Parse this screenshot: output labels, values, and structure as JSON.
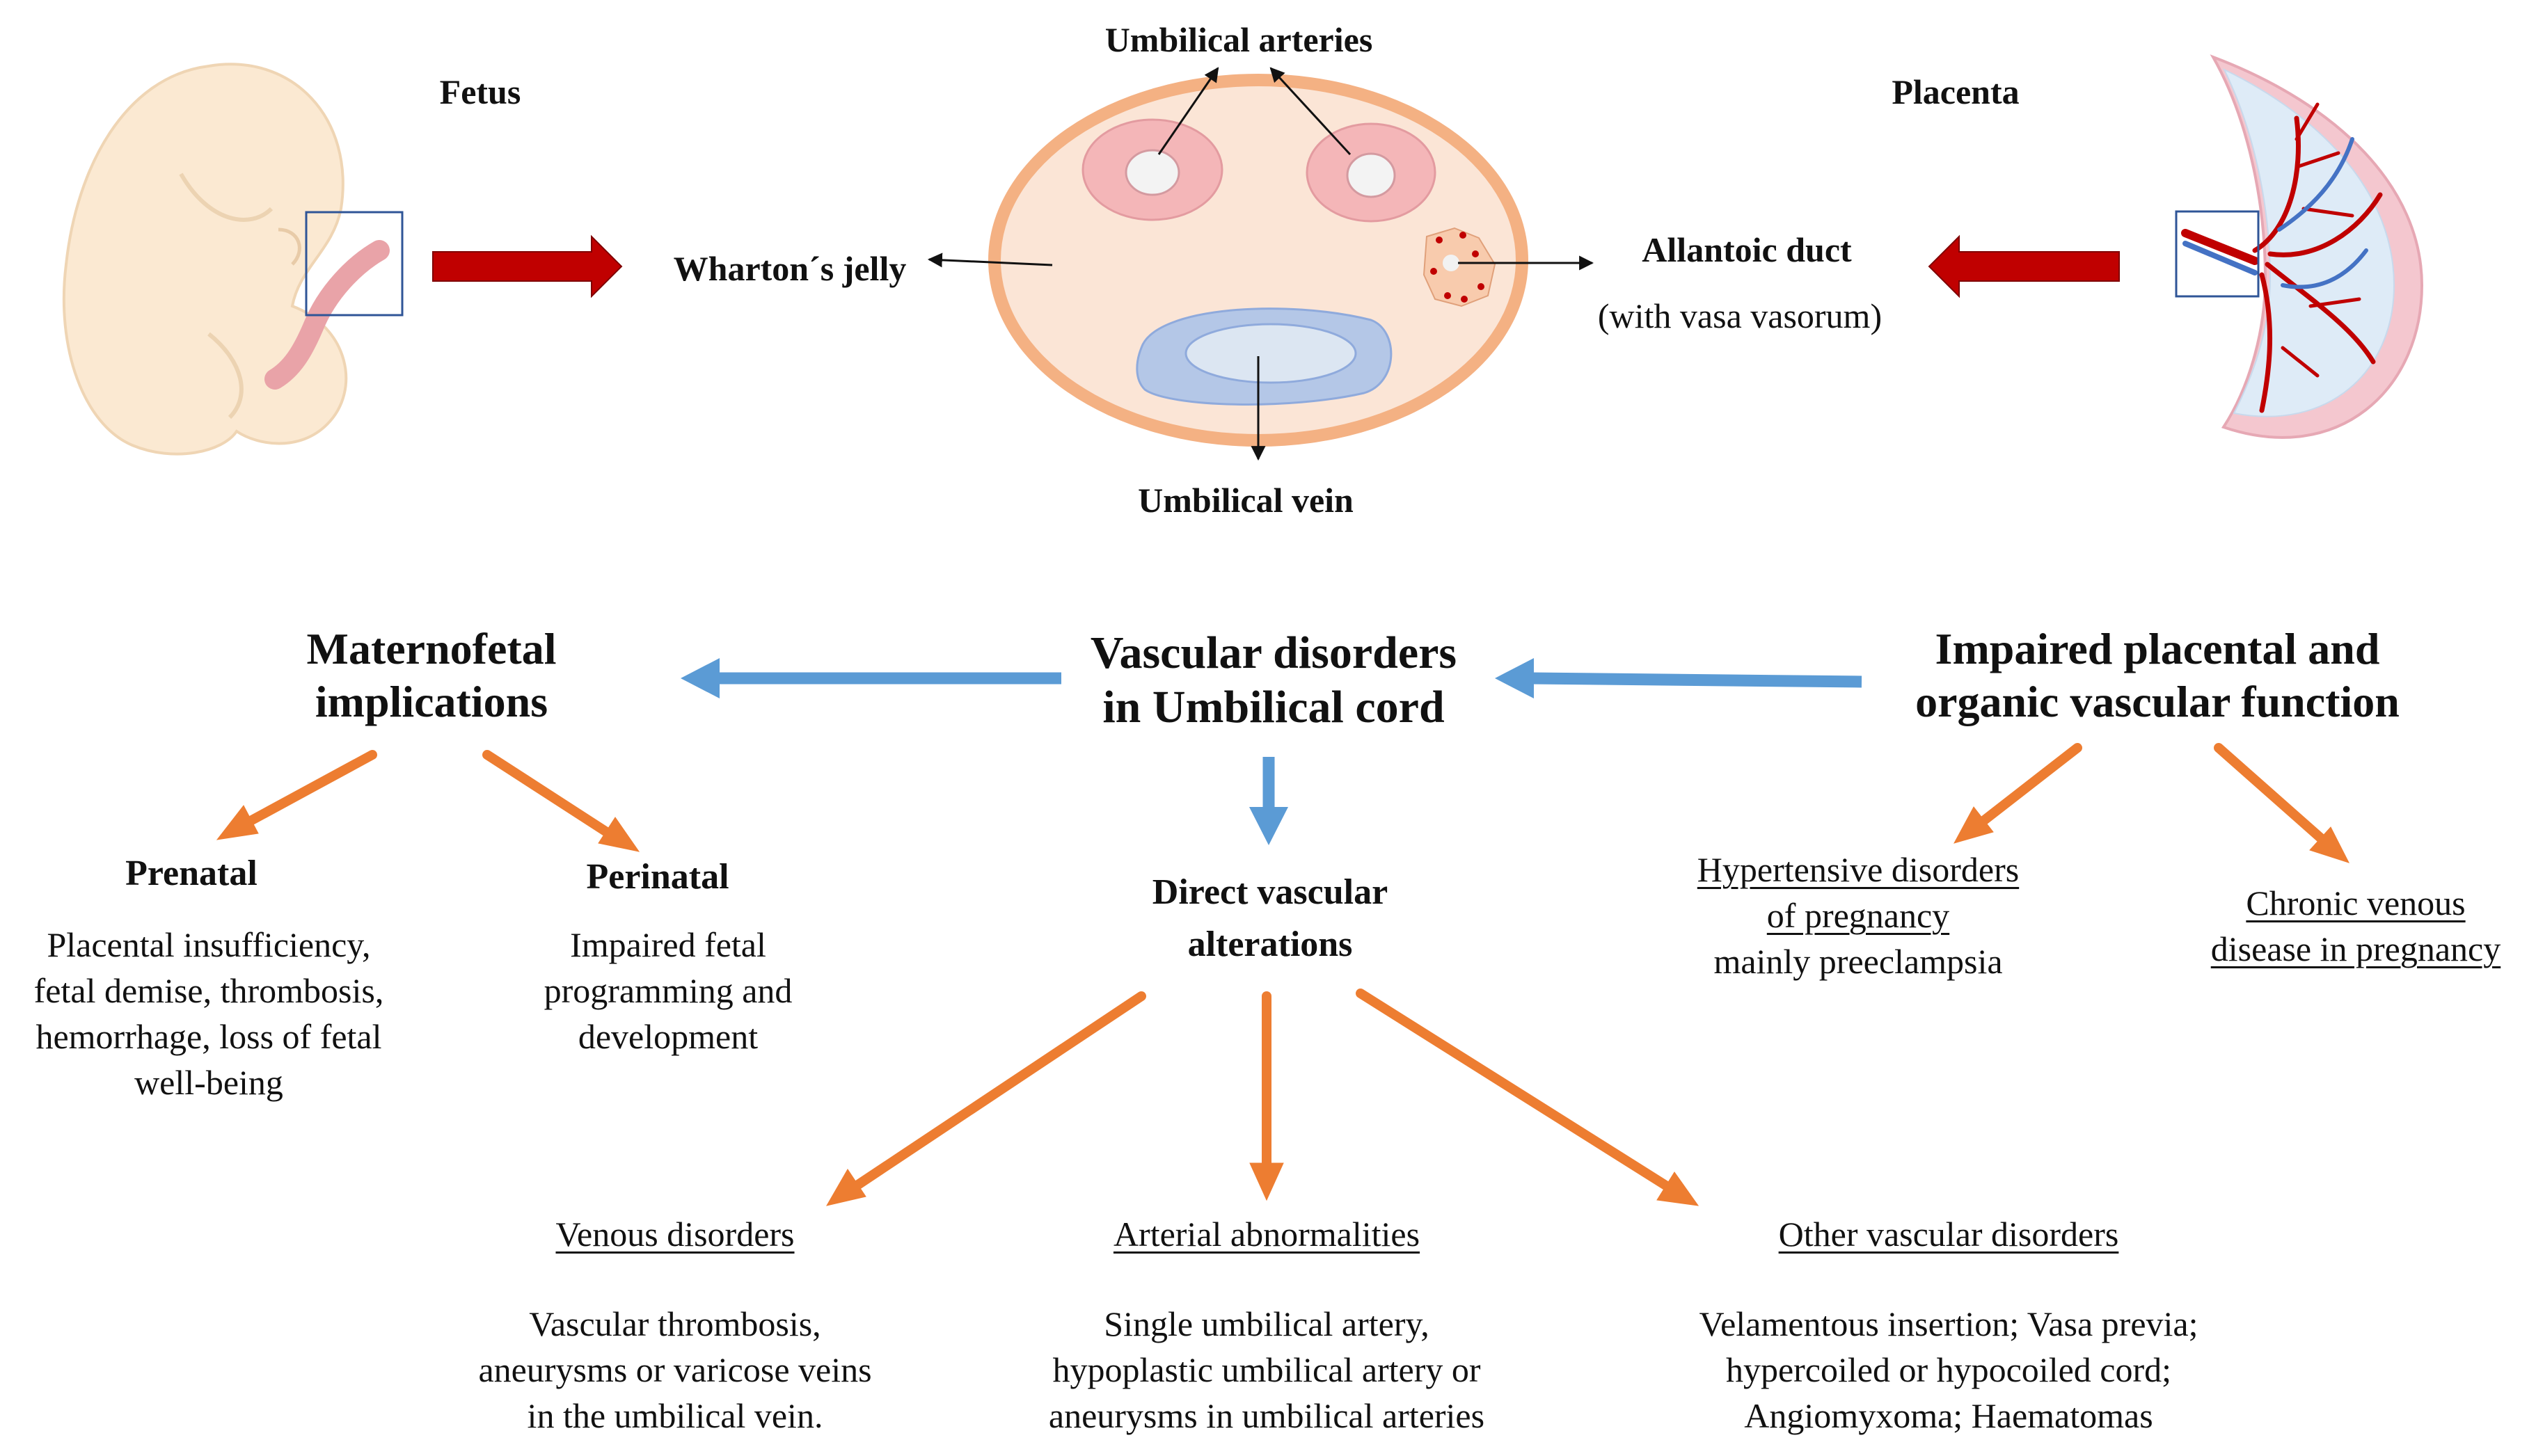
{
  "top": {
    "fetus_label": "Fetus",
    "placenta_label": "Placenta",
    "umbilical_arteries": "Umbilical arteries",
    "whartons_jelly": "Wharton´s jelly",
    "allantoic_duct": "Allantoic duct",
    "vasa_vasorum": "(with vasa vasorum)",
    "umbilical_vein": "Umbilical vein"
  },
  "center": {
    "title_line1": "Vascular disorders",
    "title_line2": "in Umbilical cord"
  },
  "left": {
    "title_line1": "Maternofetal",
    "title_line2": "implications",
    "prenatal": {
      "heading": "Prenatal",
      "line1": "Placental insufficiency,",
      "line2": "fetal demise, thrombosis,",
      "line3": "hemorrhage, loss of fetal",
      "line4": "well-being"
    },
    "perinatal": {
      "heading": "Perinatal",
      "line1": "Impaired fetal",
      "line2": "programming and",
      "line3": "development"
    }
  },
  "right": {
    "title_line1": "Impaired placental and",
    "title_line2": "organic vascular function",
    "hypertensive": {
      "line1": "Hypertensive disorders",
      "line2": "of pregnancy",
      "line3": "mainly preeclampsia"
    },
    "chronic": {
      "line1": "Chronic venous",
      "line2": "disease in pregnancy"
    }
  },
  "direct": {
    "heading_line1": "Direct vascular",
    "heading_line2": "alterations",
    "venous": {
      "heading": "Venous disorders",
      "line1": "Vascular thrombosis,",
      "line2": "aneurysms or varicose veins",
      "line3": "in the umbilical vein."
    },
    "arterial": {
      "heading": "Arterial abnormalities",
      "line1": "Single umbilical artery,",
      "line2": "hypoplastic umbilical artery or",
      "line3": "aneurysms in umbilical arteries"
    },
    "other": {
      "heading": "Other vascular disorders",
      "line1": "Velamentous insertion; Vasa previa;",
      "line2": "hypercoiled or hypocoiled cord;",
      "line3": "Angiomyxoma; Haematomas"
    }
  },
  "colors": {
    "blue_arrow": "#5b9bd5",
    "orange_arrow": "#ed7d31",
    "red_arrow": "#c00000",
    "cord_jelly": "#fbe5d6",
    "cord_rim": "#f4b183",
    "artery": "#f2b6b6",
    "vein": "#b4c7e7",
    "box_stroke": "#2f5597"
  },
  "icons": {
    "fetus": "fetus-illustration",
    "placenta": "placenta-illustration",
    "cord": "umbilical-cord-cross-section"
  }
}
